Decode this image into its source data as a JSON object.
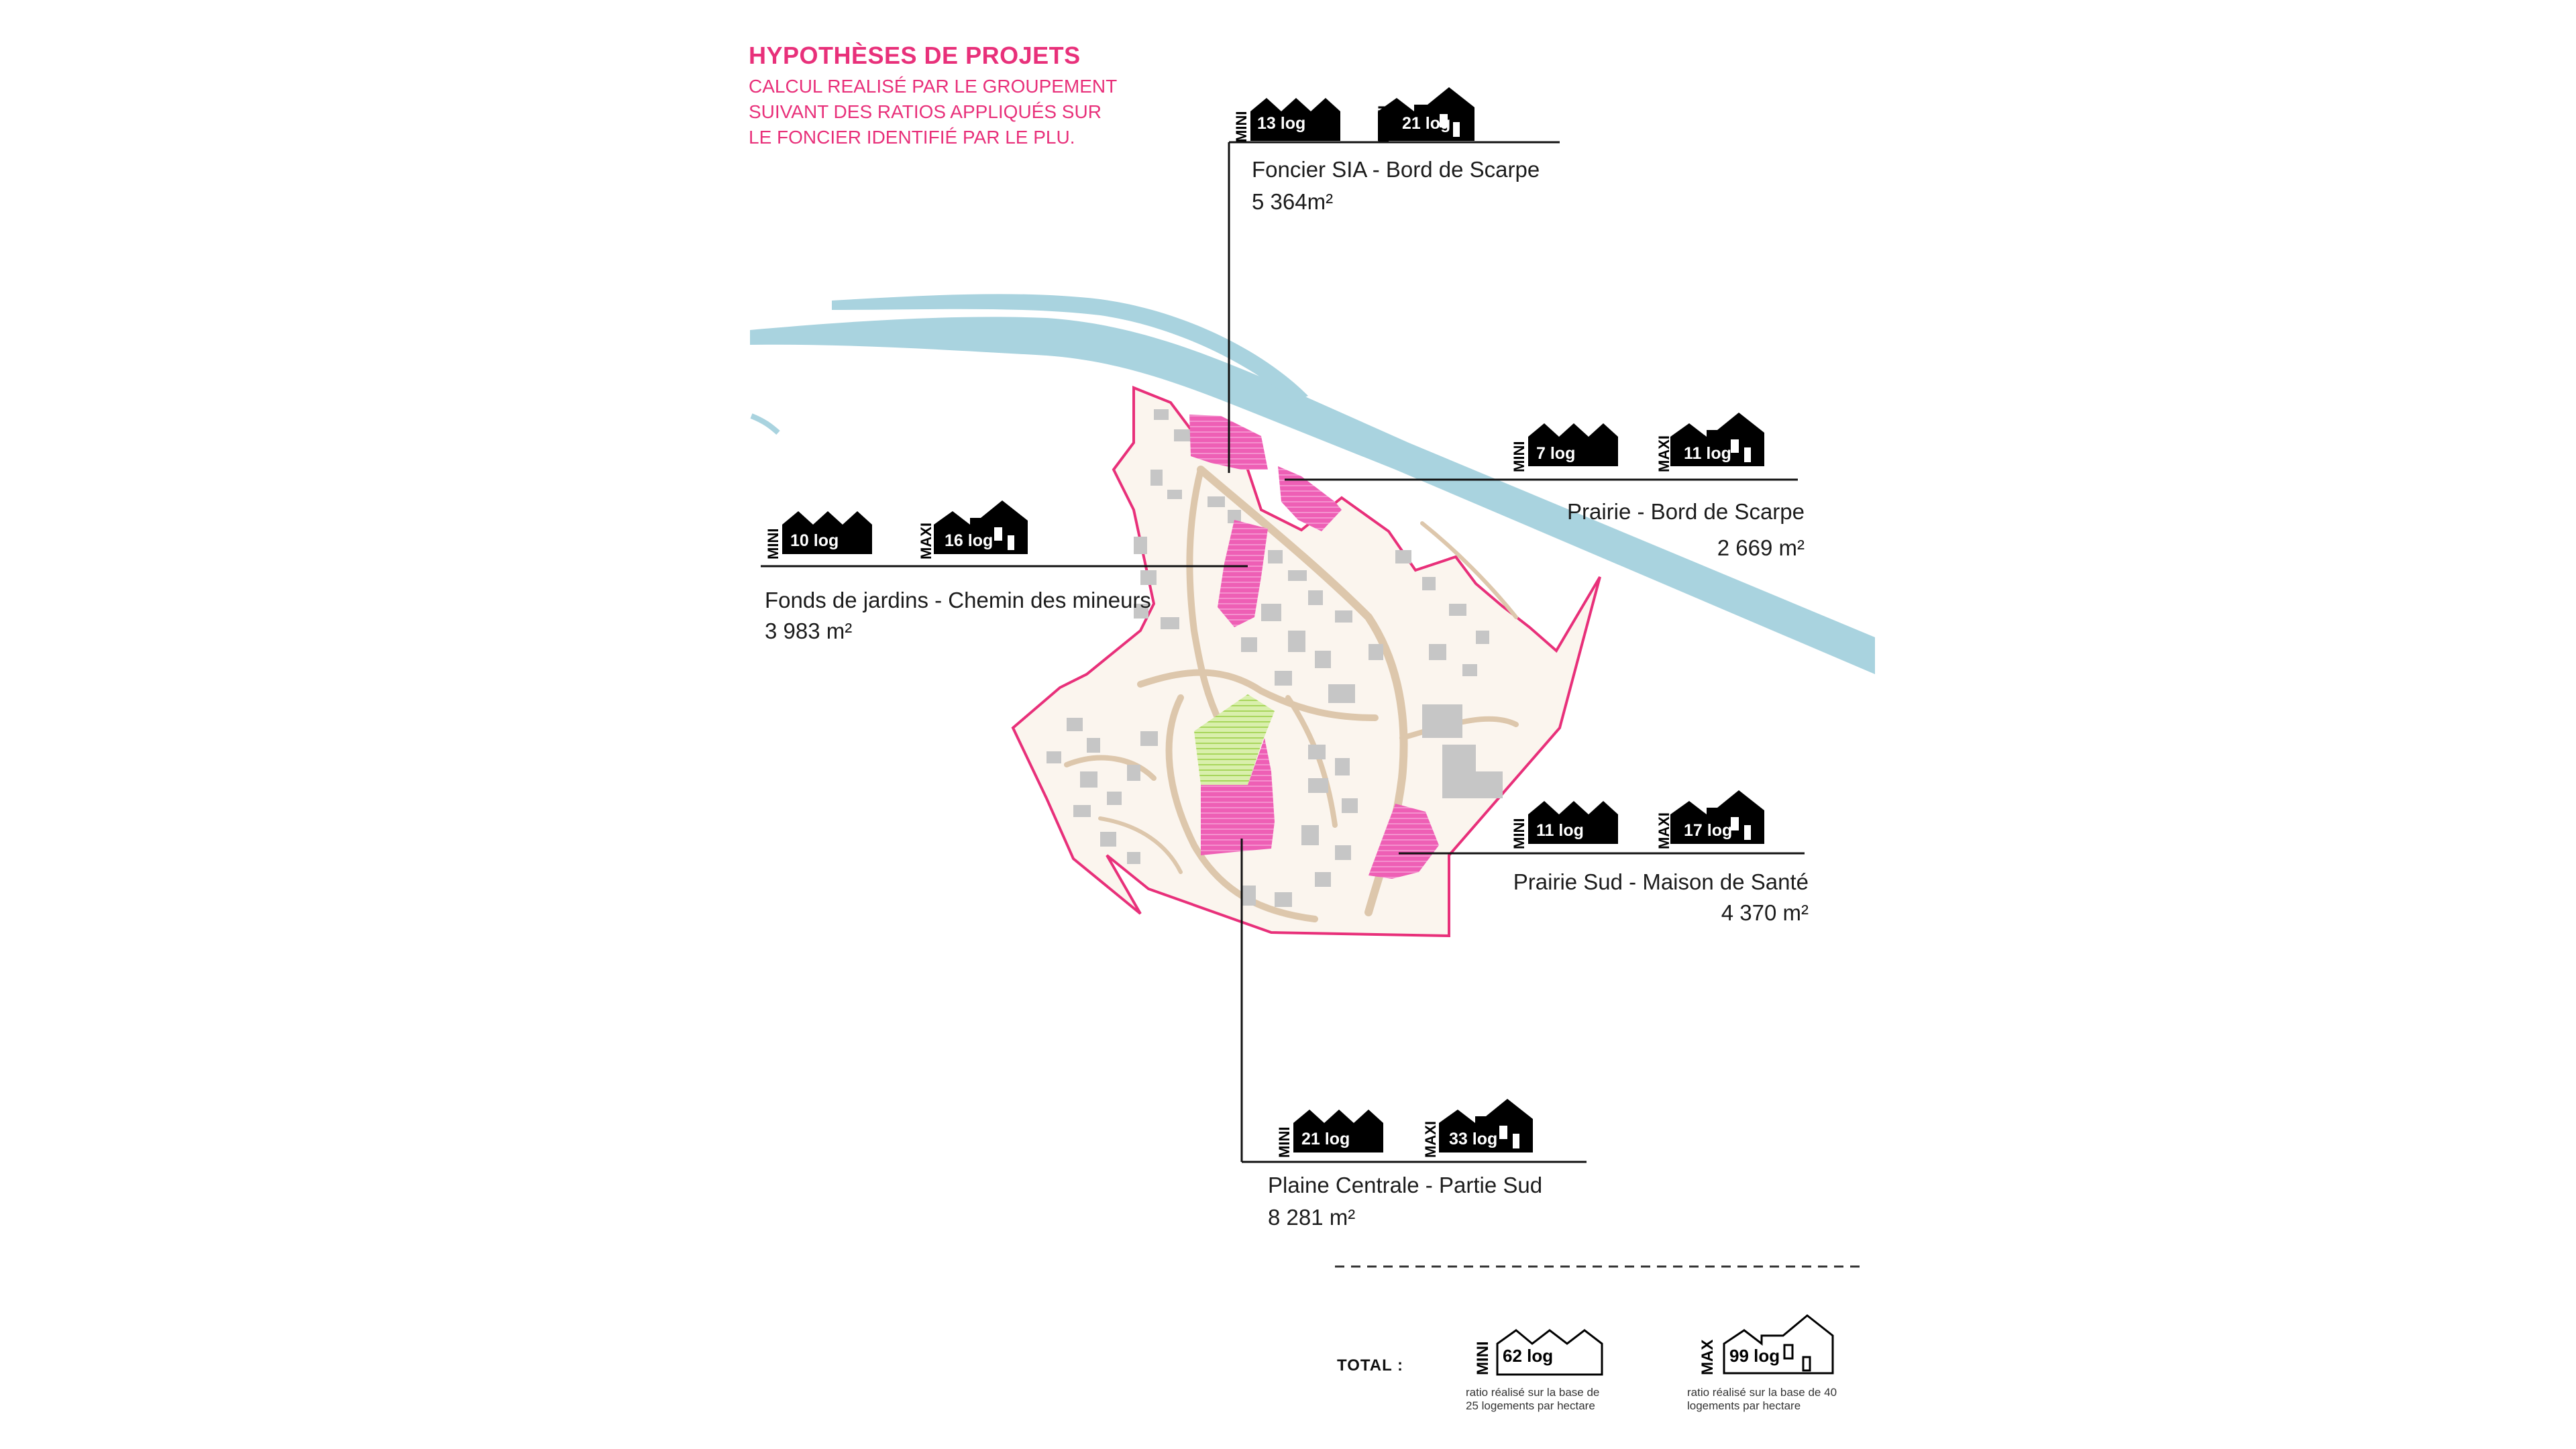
{
  "header": {
    "title": "HYPOTHÈSES DE PROJETS",
    "subtitle_lines": [
      "CALCUL REALISÉ PAR LE GROUPEMENT",
      "SUIVANT DES RATIOS APPLIQUÉS SUR",
      "LE FONCIER IDENTIFIÉ PAR LE PLU."
    ]
  },
  "labels": {
    "mini": "MINI",
    "maxi": "MAXI",
    "max": "MAX",
    "total": "TOTAL :"
  },
  "sites": [
    {
      "id": "foncier-sia",
      "name": "Foncier SIA - Bord de Scarpe",
      "area": "5 364m²",
      "mini": "13 log",
      "maxi": "21 log"
    },
    {
      "id": "prairie-bord",
      "name": "Prairie - Bord de Scarpe",
      "area": "2 669 m²",
      "mini": "7 log",
      "maxi": "11 log"
    },
    {
      "id": "fonds-jardins",
      "name": "Fonds de jardins - Chemin des mineurs",
      "area": "3 983 m²",
      "mini": "10 log",
      "maxi": "16 log"
    },
    {
      "id": "prairie-sud",
      "name": "Prairie Sud - Maison de Santé",
      "area": "4 370 m²",
      "mini": "11 log",
      "maxi": "17 log"
    },
    {
      "id": "plaine-centrale",
      "name": "Plaine Centrale - Partie Sud",
      "area": "8 281 m²",
      "mini": "21 log",
      "maxi": "33 log"
    }
  ],
  "total": {
    "mini": "62 log",
    "maxi": "99 log",
    "mini_note": "ratio réalisé sur la base de 25 logements par hectare",
    "maxi_note": "ratio réalisé sur la base de 40 logements par hectare"
  },
  "colors": {
    "accent": "#e8307a",
    "project_fill": "#ee5fb5",
    "river": "#a9d3df",
    "road": "#ddc7ac",
    "building": "#c6c6c6",
    "green_space": "#c9e88b",
    "boundary": "#e8307a"
  }
}
